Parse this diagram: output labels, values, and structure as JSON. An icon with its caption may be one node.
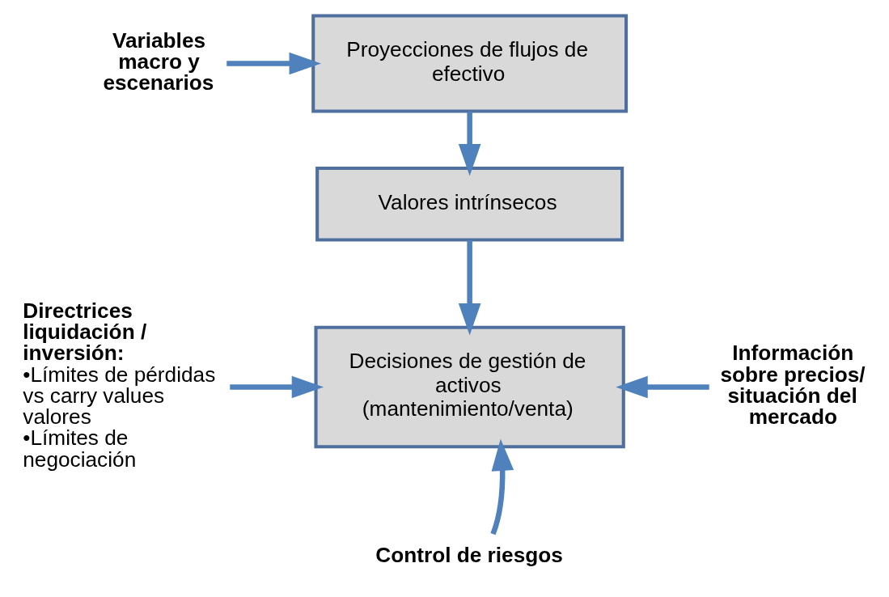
{
  "diagram": {
    "nodes": [
      {
        "text": [
          "Variables macro y escenarios"
        ]
      },
      {
        "text": [
          "Proyecciones de flujos de efectivo"
        ]
      },
      {
        "text": [
          "Valores intrínsecos"
        ]
      },
      {
        "text": [
          "Decisiones de gestión de activos (mantenimiento/venta)"
        ]
      },
      {
        "text": [
          "Directrices liquidación / inversión:",
          "•Límites de pérdidas vs carry values valores",
          "•Límites de negociación"
        ]
      },
      {
        "text": [
          "Información sobre precios/ situación del mercado"
        ]
      },
      {
        "text": [
          "Control de riesgos"
        ]
      }
    ],
    "edges": [
      {
        "from": 0,
        "to": 1,
        "arrow": "to"
      },
      {
        "from": 1,
        "to": 2,
        "arrow": "to"
      },
      {
        "from": 2,
        "to": 3,
        "arrow": "to"
      },
      {
        "from": 4,
        "to": 3,
        "arrow": "to"
      },
      {
        "from": 5,
        "to": 3,
        "arrow": "to"
      },
      {
        "from": 6,
        "to": 3,
        "arrow": "to"
      }
    ]
  }
}
